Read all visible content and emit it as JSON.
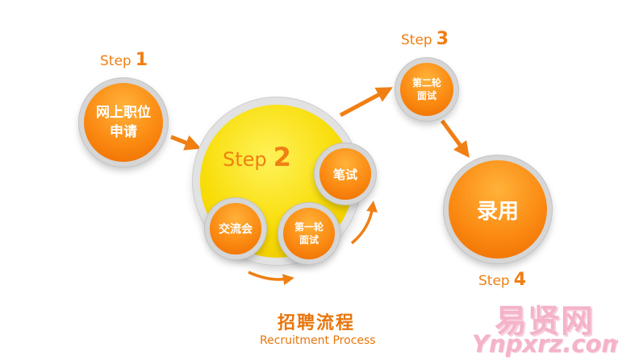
{
  "step1": {
    "label": "Step",
    "num": "1",
    "line1": "网上职位",
    "line2": "申请"
  },
  "step2": {
    "label": "Step",
    "num": "2",
    "sub1": "笔试",
    "sub2_line1": "第一轮",
    "sub2_line2": "面试",
    "sub3": "交流会"
  },
  "step3": {
    "label": "Step",
    "num": "3",
    "line1": "第二轮",
    "line2": "面试"
  },
  "step4": {
    "label": "Step",
    "num": "4",
    "text": "录用"
  },
  "caption": {
    "cn": "招聘流程",
    "en": "Recruitment Process"
  },
  "watermark": {
    "cn": "易贤网",
    "en": "Ynpxrz.com"
  },
  "colors": {
    "accent": "#f07f14",
    "circle_orange": "#fb8a12",
    "circle_yellow": "#f8dc06",
    "ring": "#d6d6d6"
  }
}
